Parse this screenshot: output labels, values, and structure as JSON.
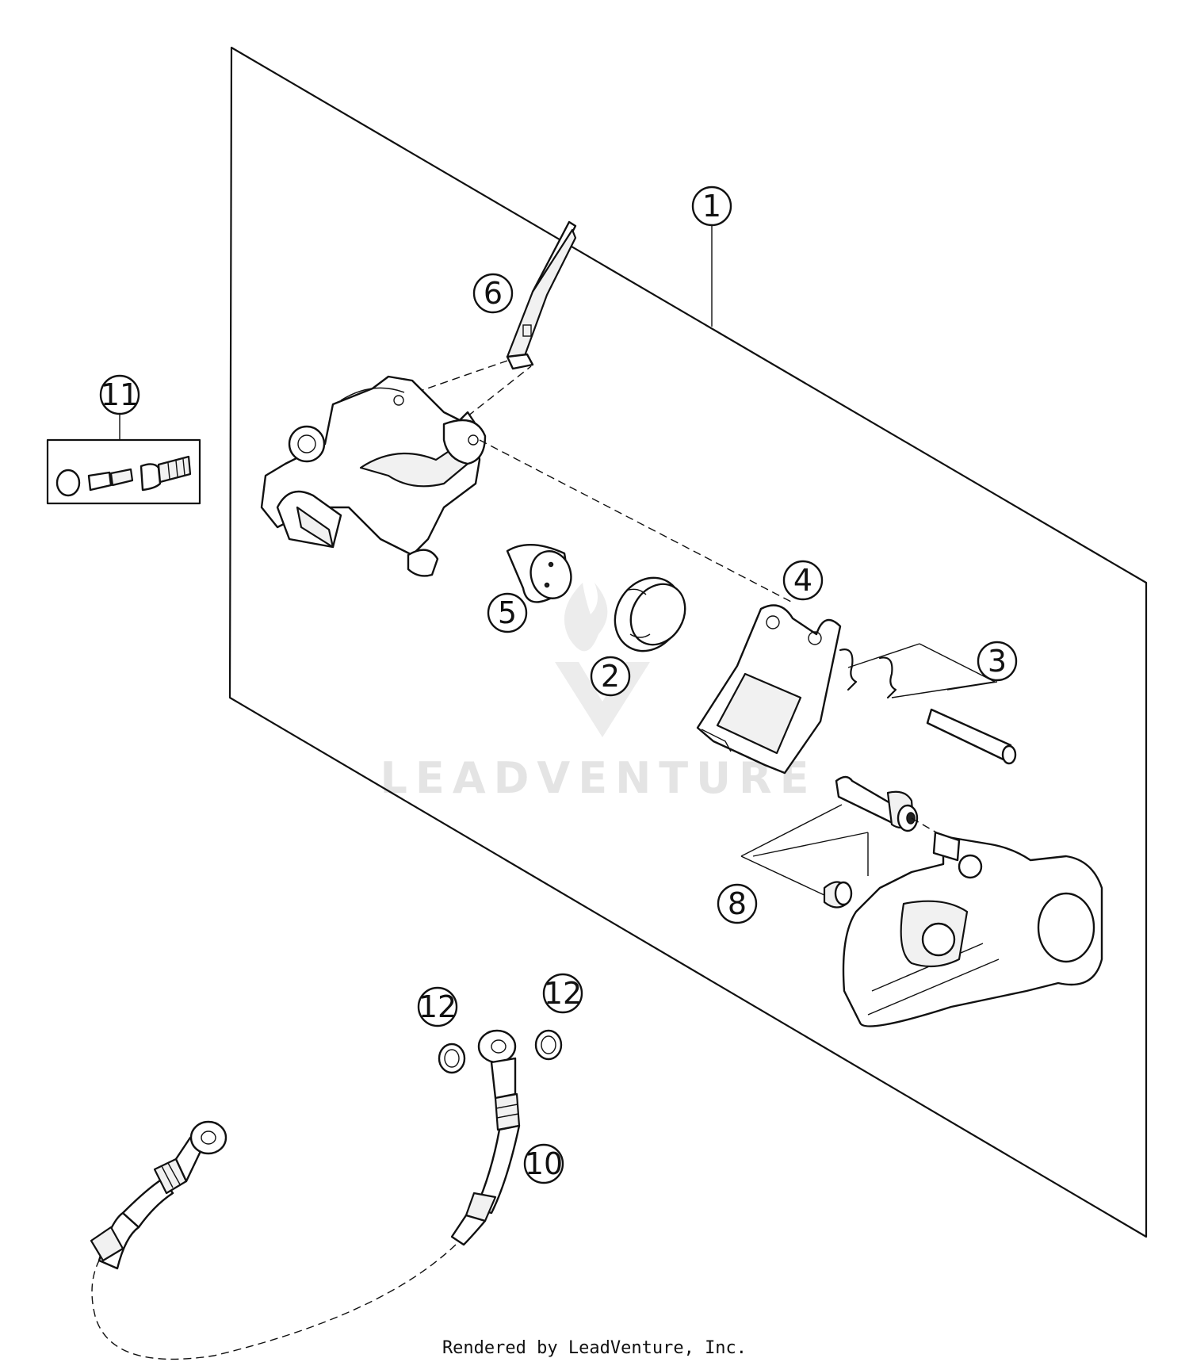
{
  "watermark": {
    "text": "LEADVENTURE"
  },
  "callouts": {
    "c1": "1",
    "c2": "2",
    "c3": "3",
    "c4": "4",
    "c5": "5",
    "c6": "6",
    "c8": "8",
    "c10": "10",
    "c11": "11",
    "c12a": "12",
    "c12b": "12"
  },
  "footer": {
    "text": "Rendered by LeadVenture, Inc."
  }
}
